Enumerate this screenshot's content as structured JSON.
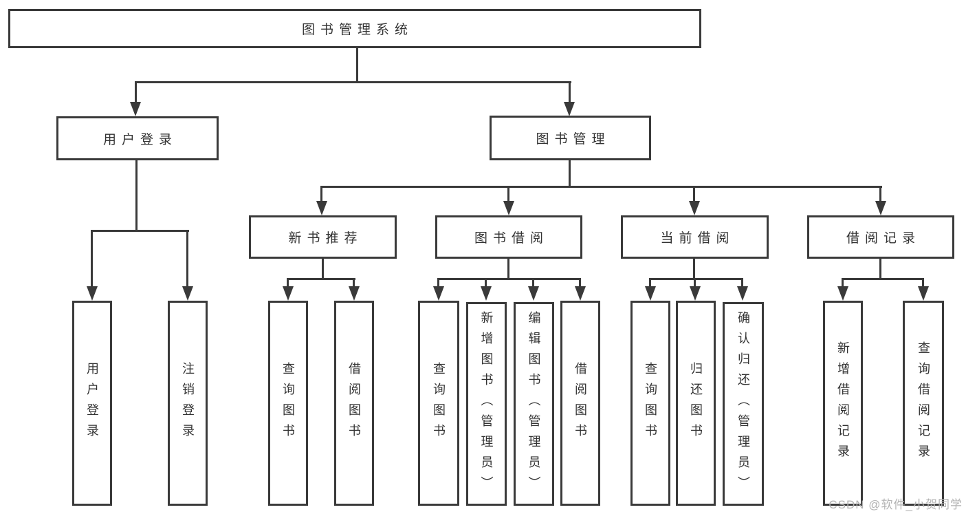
{
  "diagram": {
    "root": "图书管理系统",
    "branches": [
      {
        "label": "用户登录",
        "children": [
          "用户登录",
          "注销登录"
        ]
      },
      {
        "label": "图书管理",
        "sections": [
          {
            "label": "新书推荐",
            "children": [
              "查询图书",
              "借阅图书"
            ]
          },
          {
            "label": "图书借阅",
            "children": [
              "查询图书",
              "新增图书（管理员）",
              "编辑图书（管理员）",
              "借阅图书"
            ]
          },
          {
            "label": "当前借阅",
            "children": [
              "查询图书",
              "归还图书",
              "确认归还（管理员）"
            ]
          },
          {
            "label": "借阅记录",
            "children": [
              "新增借阅记录",
              "查询借阅记录"
            ]
          }
        ]
      }
    ]
  },
  "watermark": "CSDN @软件_小贺同学",
  "colors": {
    "line": "#3a3a3a",
    "text": "#333333",
    "watermark": "#b3b3b3",
    "background": "#ffffff"
  }
}
